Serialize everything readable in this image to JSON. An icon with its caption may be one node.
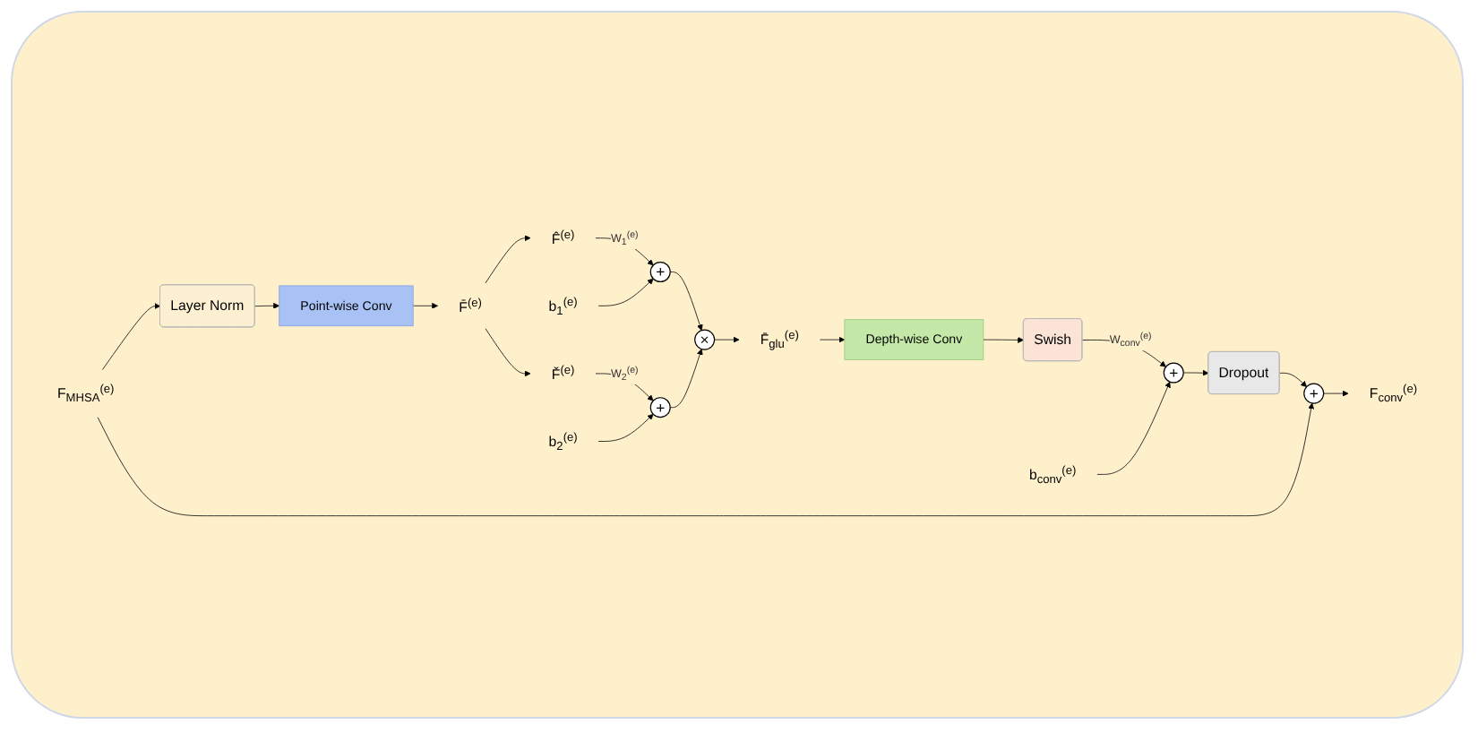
{
  "diagram": {
    "nodes": [
      {
        "text": [
          "F$_{MHSA}$$^{(e)}$"
        ]
      },
      {
        "text": [
          "Layer Norm"
        ]
      },
      {
        "text": [
          "Point-wise Conv"
        ]
      },
      {
        "text": [
          "F̄$^{(e)}$"
        ]
      },
      {
        "text": [
          "F̂$^{(e)}$"
        ]
      },
      {
        "text": [
          "F̌$^{(e)}$"
        ]
      },
      {
        "text": [
          "+"
        ]
      },
      {
        "text": [
          "b$_{1}$$^{(e)}$"
        ]
      },
      {
        "text": [
          "+"
        ]
      },
      {
        "text": [
          "b$_{2}$$^{(e)}$"
        ]
      },
      {
        "text": [
          "×"
        ]
      },
      {
        "text": [
          "F̄$_{glu}$$^{(e)}$"
        ]
      },
      {
        "text": [
          "Depth-wise Conv"
        ]
      },
      {
        "text": [
          "Swish"
        ]
      },
      {
        "text": [
          "b$_{conv}$$^{(e)}$"
        ]
      },
      {
        "text": [
          "+"
        ]
      },
      {
        "text": [
          "Dropout"
        ]
      },
      {
        "text": [
          "+"
        ]
      },
      {
        "text": [
          "F$_{conv}$$^{(e)}$"
        ]
      }
    ],
    "edges": [
      {
        "from": 0,
        "to": 1,
        "arrow": "to"
      },
      {
        "from": 1,
        "to": 2,
        "arrow": "to"
      },
      {
        "from": 2,
        "to": 3,
        "arrow": "to"
      },
      {
        "from": 3,
        "to": 4,
        "arrow": "to"
      },
      {
        "from": 3,
        "to": 5,
        "arrow": "to"
      },
      {
        "from": 4,
        "to": 6,
        "arrow": "to",
        "label": "W$_{1}$$^{(e)}$"
      },
      {
        "from": 7,
        "to": 6,
        "arrow": "to"
      },
      {
        "from": 5,
        "to": 8,
        "arrow": "to",
        "label": "W$_{2}$$^{(e)}$"
      },
      {
        "from": 9,
        "to": 8,
        "arrow": "to"
      },
      {
        "from": 6,
        "to": 10,
        "arrow": "to"
      },
      {
        "from": 8,
        "to": 10,
        "arrow": "to"
      },
      {
        "from": 10,
        "to": 11,
        "arrow": "to"
      },
      {
        "from": 11,
        "to": 12,
        "arrow": "to"
      },
      {
        "from": 12,
        "to": 13,
        "arrow": "to"
      },
      {
        "from": 13,
        "to": 15,
        "arrow": "to",
        "label": "W$_{conv}$$^{(e)}$"
      },
      {
        "from": 14,
        "to": 15,
        "arrow": "to"
      },
      {
        "from": 15,
        "to": 16,
        "arrow": "to"
      },
      {
        "from": 16,
        "to": 17,
        "arrow": "to"
      },
      {
        "from": 0,
        "to": 17,
        "arrow": "to"
      },
      {
        "from": 17,
        "to": 18,
        "arrow": "to"
      }
    ]
  }
}
